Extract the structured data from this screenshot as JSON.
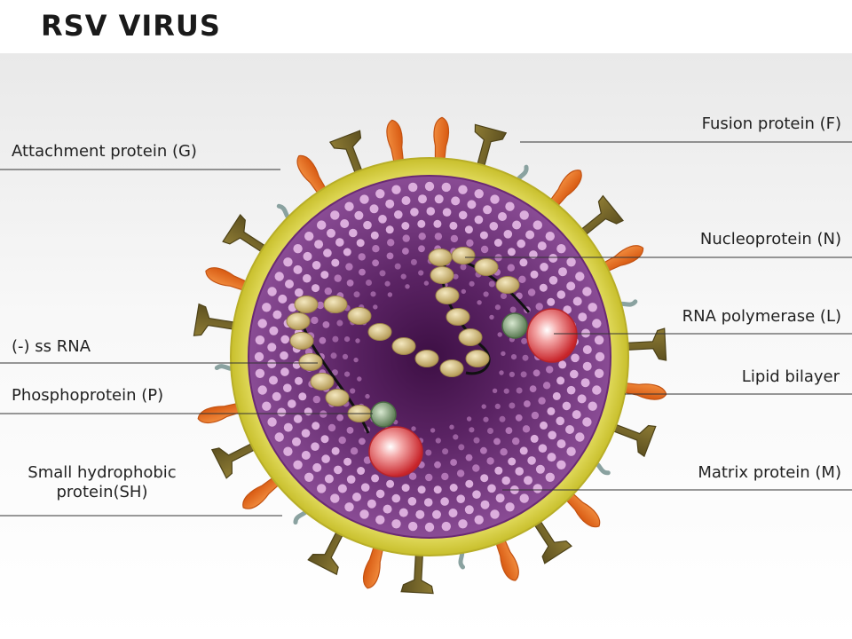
{
  "title": "RSV VIRUS",
  "labels": {
    "attachment": "Attachment protein (G)",
    "ssrna": "(-) ss RNA",
    "phospho": "Phosphoprotein (P)",
    "sh_line1": "Small hydrophobic",
    "sh_line2": "protein(SH)",
    "fusion": "Fusion protein (F)",
    "nucleo": "Nucleoprotein (N)",
    "polymerase": "RNA polymerase (L)",
    "lipid": "Lipid bilayer",
    "matrix": "Matrix protein (M)"
  },
  "colors": {
    "envelope_yellow": "#d9d23a",
    "matrix_purple": "#7a3d86",
    "core_purple": "#4a1550",
    "dots": "#d9a6dc",
    "fusion_orange": "#e86a1e",
    "attachment_olive": "#7a6a2a",
    "sh_gray": "#8aa2a0",
    "nucleoprotein_tan": "#d9c286",
    "polymerase_red": "#d9343a",
    "phospho_green": "#6f8f66"
  }
}
